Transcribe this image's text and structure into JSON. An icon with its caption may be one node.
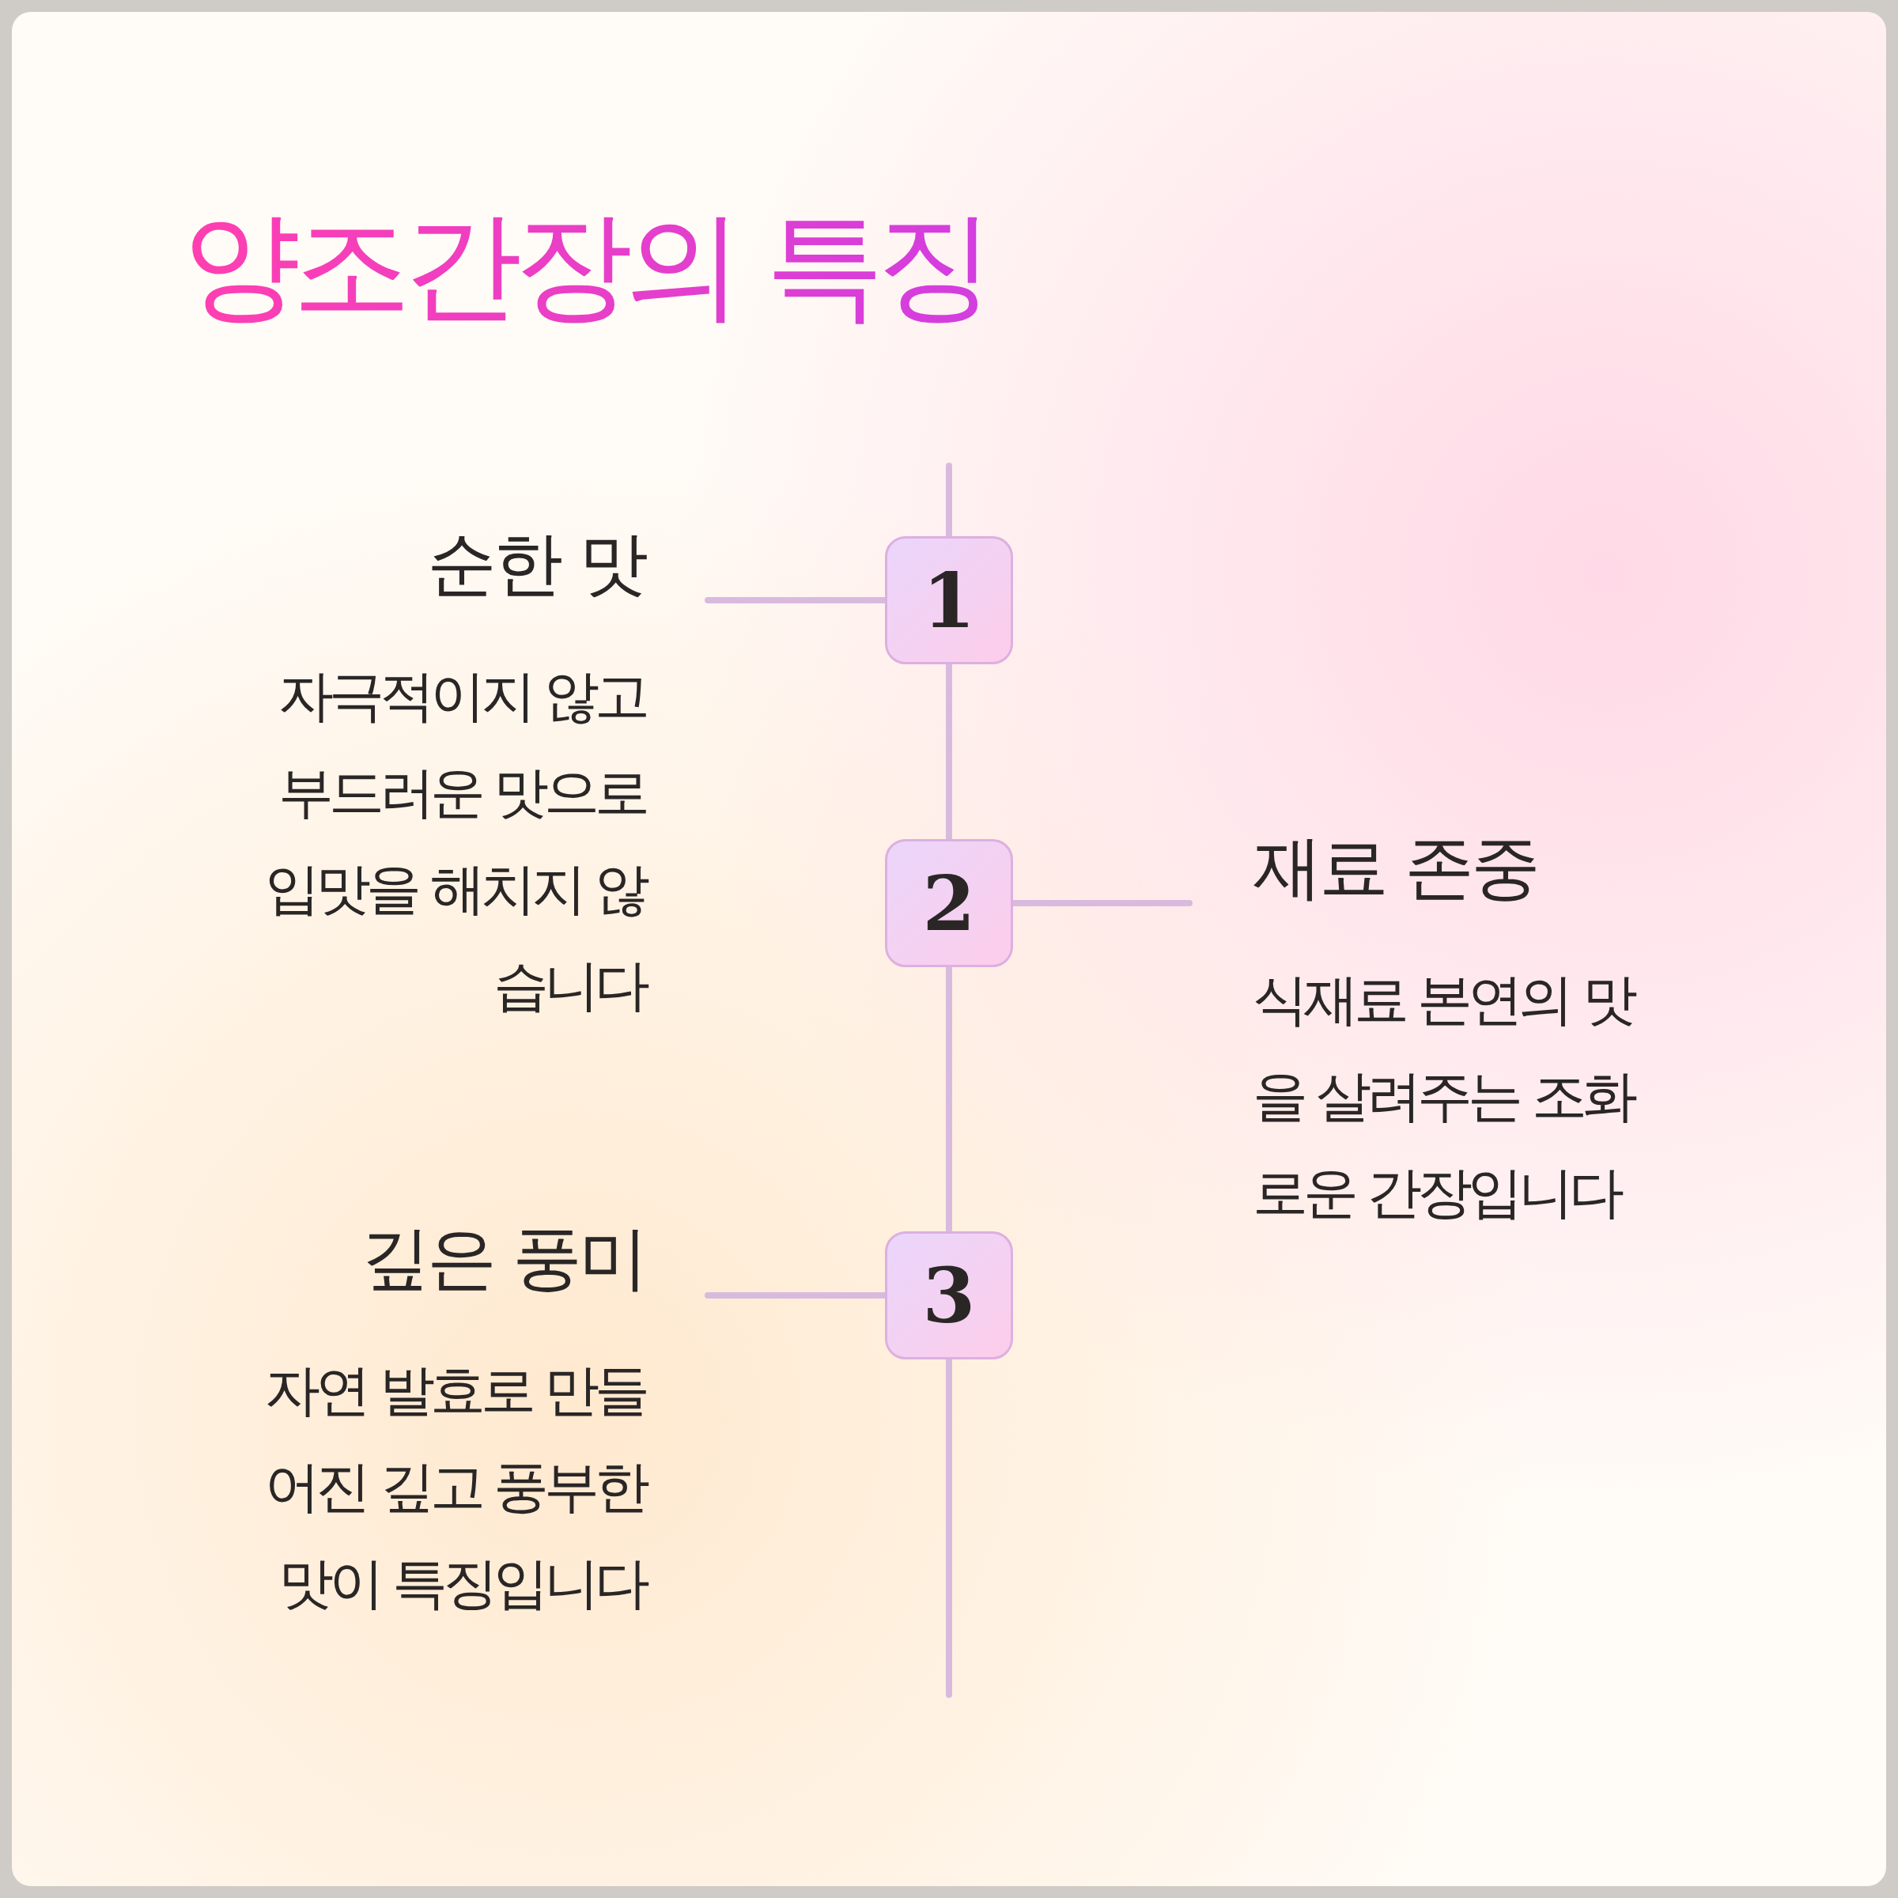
{
  "diagram": {
    "title": "양조간장의 특징",
    "nodes": [
      {
        "text": [
          "순한 맛",
          "자극적이지 않고 부드러운 맛으로 입맛을 해치지 않습니다"
        ]
      },
      {
        "text": [
          "1"
        ]
      },
      {
        "text": [
          "2"
        ]
      },
      {
        "text": [
          "재료 존중",
          "식재료 본연의 맛을 살려주는 조화로운 간장입니다"
        ]
      },
      {
        "text": [
          "깊은 풍미",
          "자연 발효로 만들어진 깊고 풍부한 맛이 특징입니다"
        ]
      },
      {
        "text": [
          "3"
        ]
      }
    ],
    "edges": [
      {
        "from": null,
        "to": 1,
        "arrow": "none"
      },
      {
        "from": 0,
        "to": 1,
        "arrow": "none"
      },
      {
        "from": 1,
        "to": 2,
        "arrow": "none"
      },
      {
        "from": 2,
        "to": 3,
        "arrow": "none"
      },
      {
        "from": 2,
        "to": 5,
        "arrow": "none"
      },
      {
        "from": 4,
        "to": 5,
        "arrow": "none"
      },
      {
        "from": 5,
        "to": null,
        "arrow": "none"
      }
    ]
  }
}
